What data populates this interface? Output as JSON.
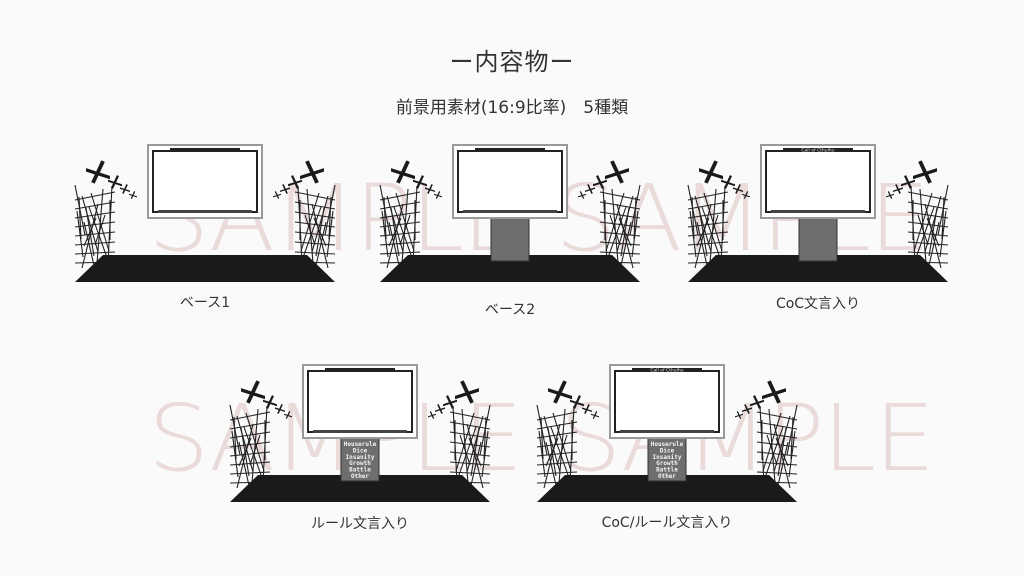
{
  "header": {
    "title": "ー内容物ー",
    "subtitle": "前景用素材(16:9比率)　5種類"
  },
  "watermark": "SAMPLE",
  "frame_title": "Call of Cthulhu",
  "rule_panel_lines": [
    "Houserule",
    "Dice",
    "Insanity",
    "Growth",
    "Battle",
    "Other"
  ],
  "variants": [
    {
      "label": "ベース1",
      "panel": false,
      "frame_title": false,
      "rules": false
    },
    {
      "label": "ベース2",
      "panel": true,
      "frame_title": false,
      "rules": false
    },
    {
      "label": "CoC文言入り",
      "panel": true,
      "frame_title": true,
      "rules": false
    },
    {
      "label": "ルール文言入り",
      "panel": true,
      "frame_title": false,
      "rules": true
    },
    {
      "label": "CoC/ルール文言入り",
      "panel": true,
      "frame_title": true,
      "rules": true
    }
  ],
  "colors": {
    "stage": "#1a1a1a",
    "panel": "#6e6e6e",
    "watermark": "#eadada"
  }
}
